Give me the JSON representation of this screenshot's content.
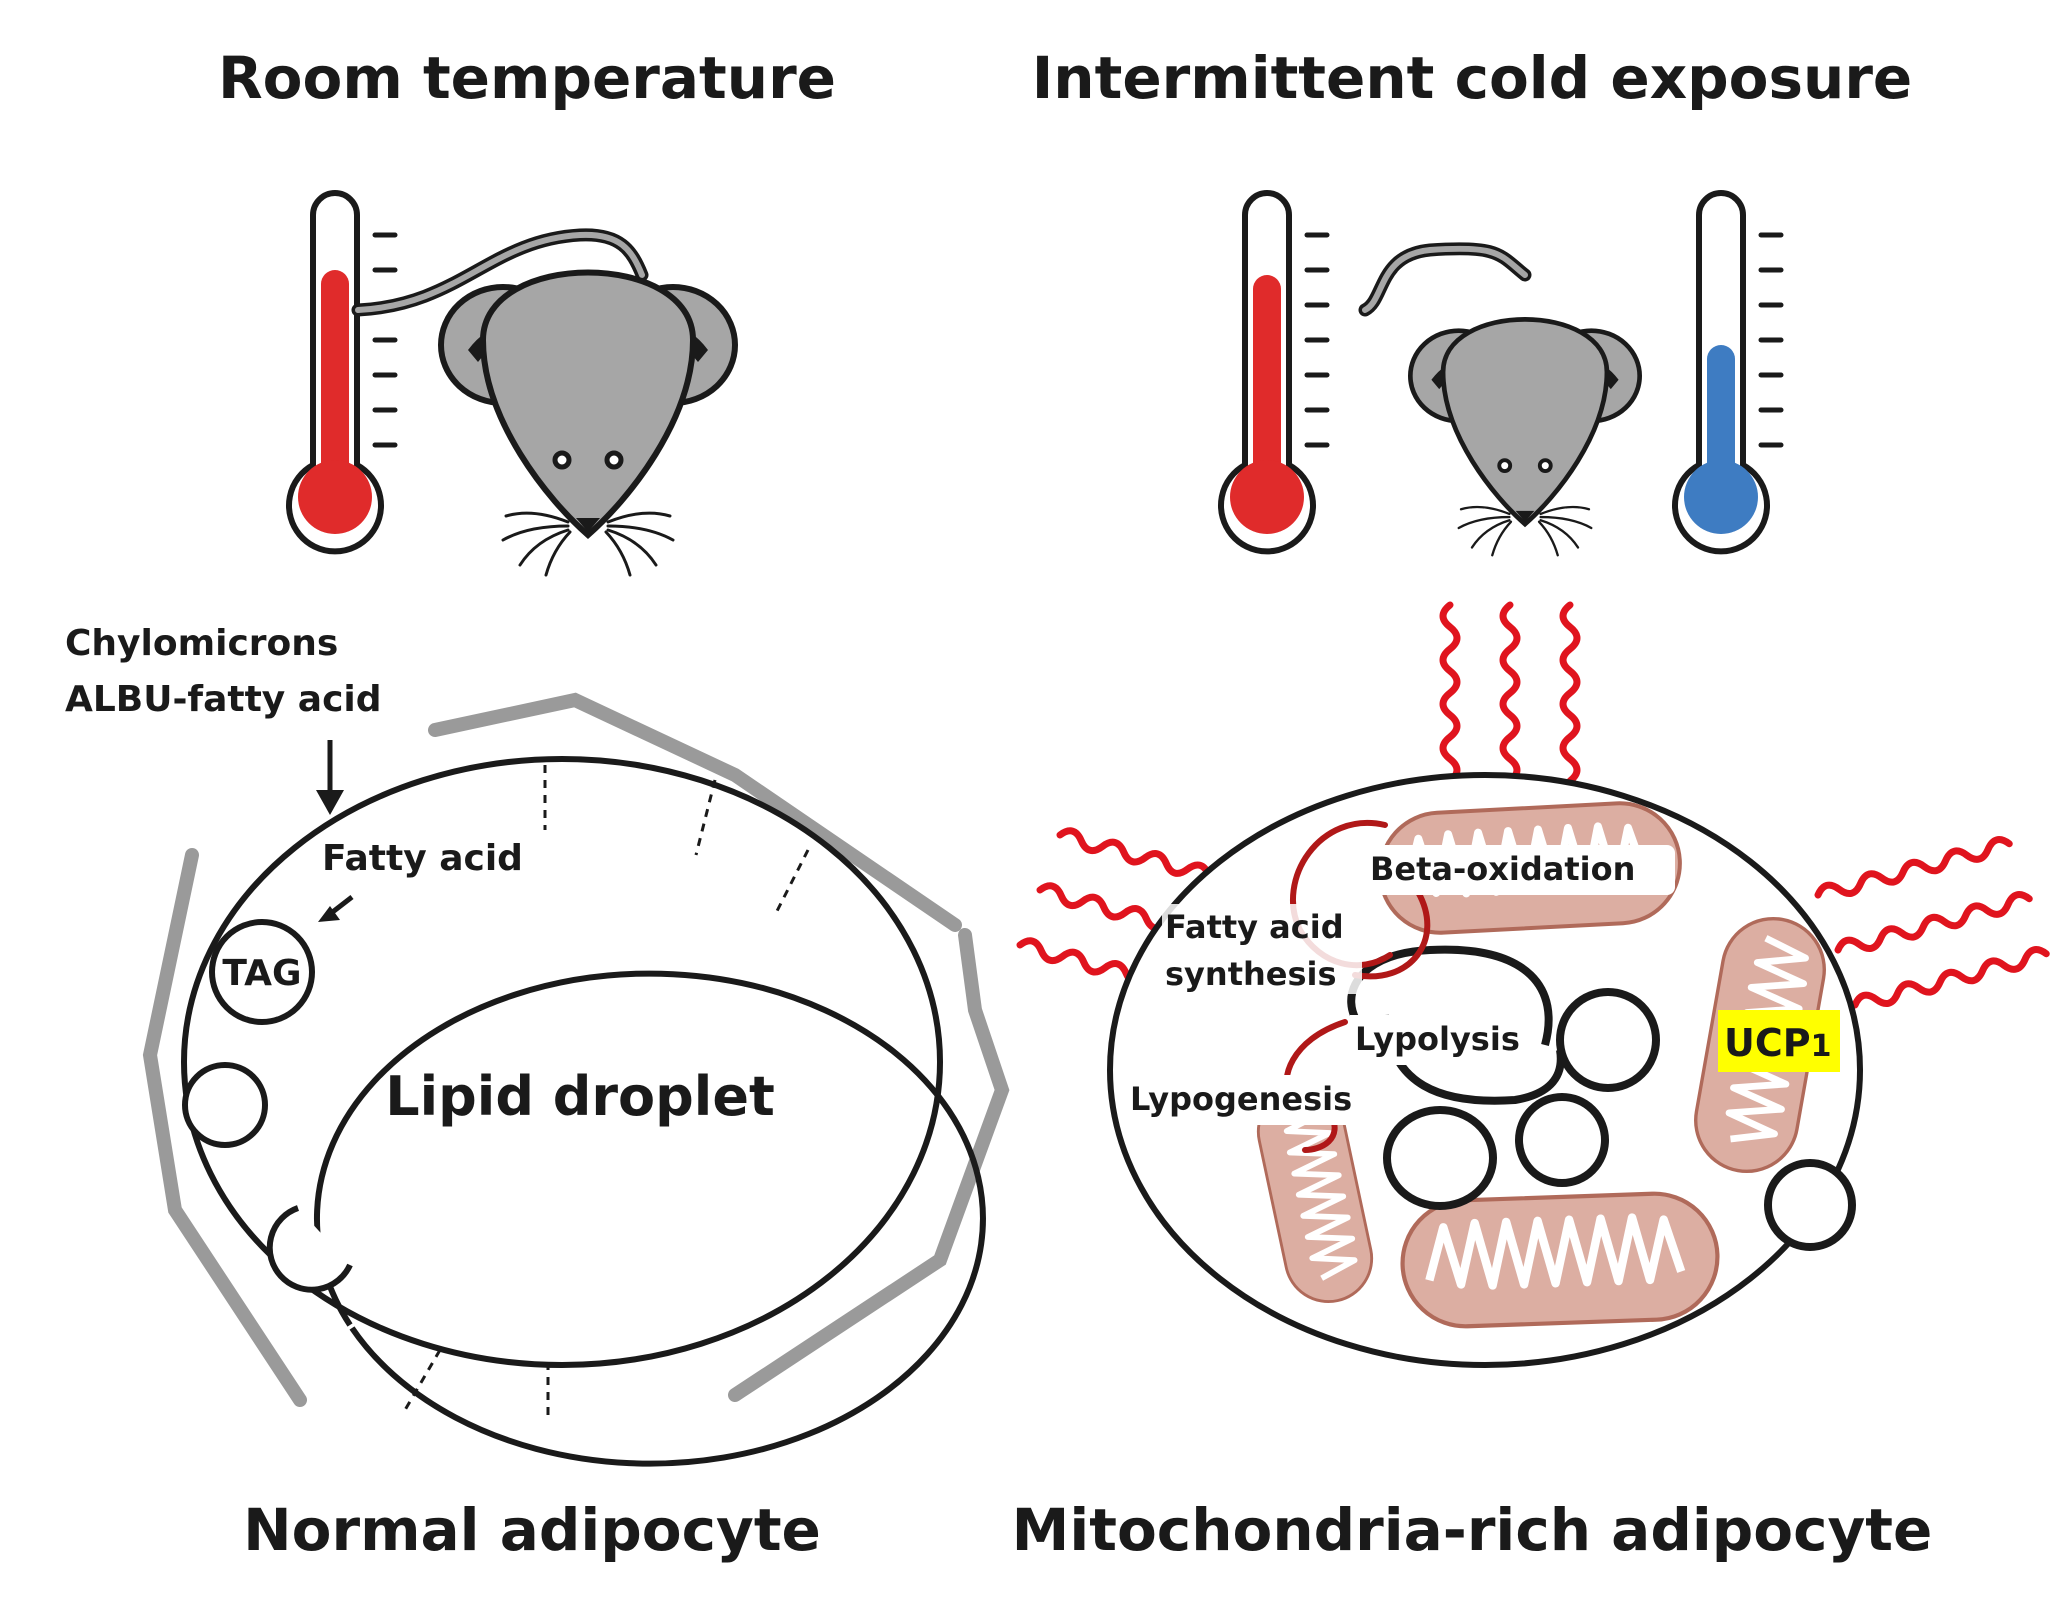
{
  "headers": {
    "left": "Room temperature",
    "right": "Intermittent cold exposure"
  },
  "left_panel": {
    "source_line1": "Chylomicrons",
    "source_line2": "ALBU-fatty acid",
    "fatty_acid": "Fatty acid",
    "tag": "TAG",
    "lipid_droplet": "Lipid droplet",
    "caption": "Normal adipocyte"
  },
  "right_panel": {
    "beta_oxidation": "Beta-oxidation",
    "fatty_acid_line1": "Fatty acid",
    "fatty_acid_line2": "synthesis",
    "lypolysis": "Lypolysis",
    "lypogenesis": "Lypogenesis",
    "ucp1_main": "UCP",
    "ucp1_sub": "1",
    "caption": "Mitochondria-rich adipocyte"
  },
  "colors": {
    "thermo_red": "#e02b2b",
    "thermo_blue": "#3e7cc2",
    "mouse_gray": "#a6a6a6",
    "heat_wave": "#e0141e",
    "mito_fill": "#dcaea2",
    "mito_stroke": "#b06a5a",
    "process_arc": "#b01818",
    "membrane_gray": "#9a9a9a",
    "highlight": "#ffff00"
  }
}
